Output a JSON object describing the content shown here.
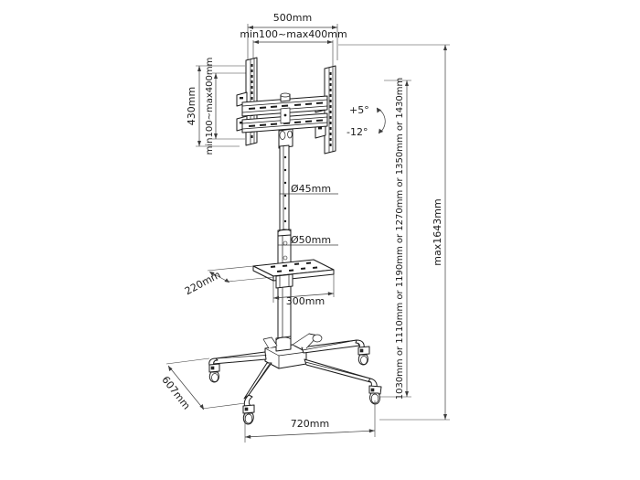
{
  "drawing": {
    "title": "TV Cart Floor Stand Technical Dimension Drawing",
    "background_color": "#ffffff",
    "line_color": "#1b1b1b",
    "dimension_line_color": "#3c3c3c",
    "text_color": "#1a1a1a",
    "view": "isometric-technical-line-drawing"
  },
  "dimensions": {
    "top_width": "500mm",
    "top_width_adjustable": "min100~max400mm",
    "left_height": "430mm",
    "left_height_adjustable": "min100~max400mm",
    "column_upper_diameter": "Ø45mm",
    "column_lower_diameter": "Ø50mm",
    "shelf_depth": "220mm",
    "shelf_width": "300mm",
    "base_depth": "607mm",
    "base_width": "720mm",
    "height_options": "1030mm or 1110mm or 1190mm or 1270mm or 1350mm or 1430mm",
    "max_height": "max1643mm"
  },
  "tilt": {
    "up_angle": "+5°",
    "down_angle": "-12°"
  },
  "parts": {
    "vesa_bracket": "tv-mount-bracket",
    "vertical_rails": "vesa-vertical-rails",
    "crossbars": "horizontal-crossbars",
    "column": "telescoping-column",
    "shelf": "accessory-shelf",
    "base": "four-leg-caster-base",
    "casters": "locking-casters"
  }
}
